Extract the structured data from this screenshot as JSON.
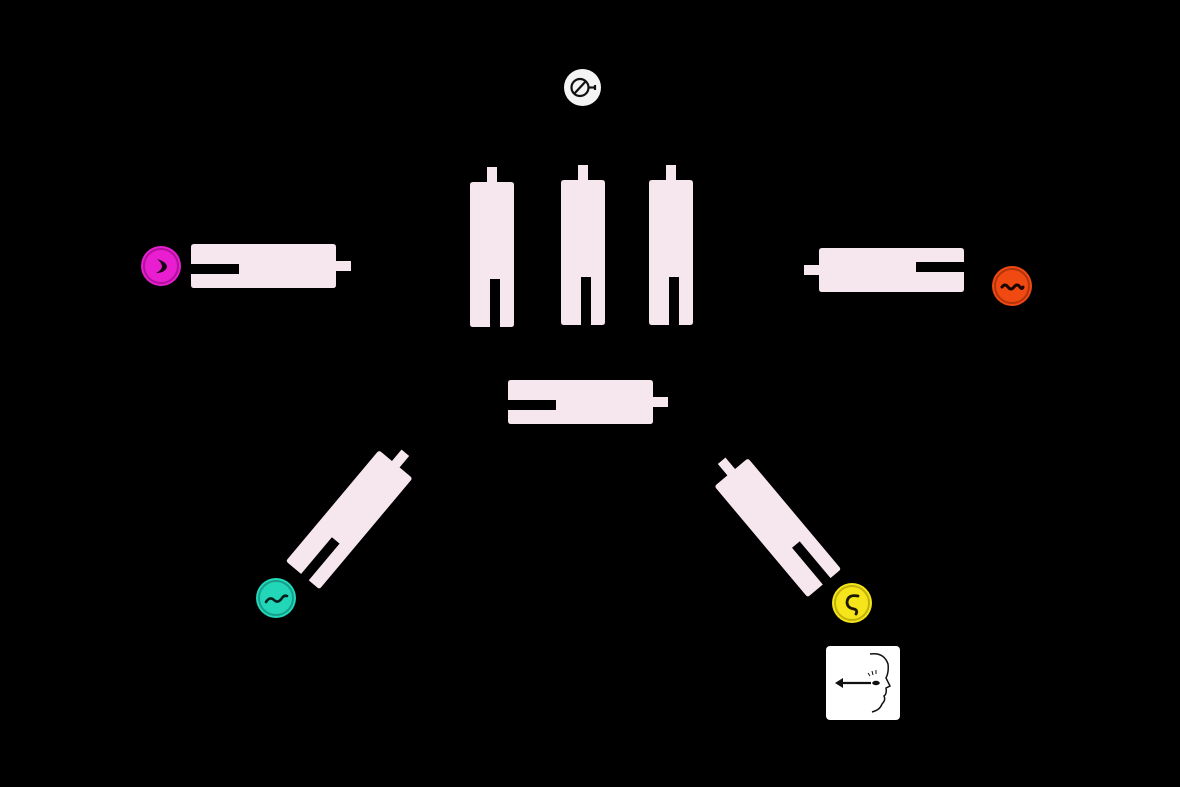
{
  "board": {
    "background": "#000000"
  },
  "pieces": {
    "stick_color": "#f6e6ee",
    "stick_count": 8
  },
  "tokens": [
    {
      "name": "magenta",
      "color": "#e91ed0",
      "glyph": "crescent-icon"
    },
    {
      "name": "orange",
      "color": "#f04a12",
      "glyph": "wave-icon"
    },
    {
      "name": "teal",
      "color": "#22d6b8",
      "glyph": "squiggle-icon"
    },
    {
      "name": "yellow",
      "color": "#f5e51a",
      "glyph": "curl-icon"
    }
  ],
  "center_badge": {
    "glyph": "no-entry-key-icon"
  },
  "rule_tile": {
    "glyph": "face-gaze-left-arrow-icon"
  }
}
